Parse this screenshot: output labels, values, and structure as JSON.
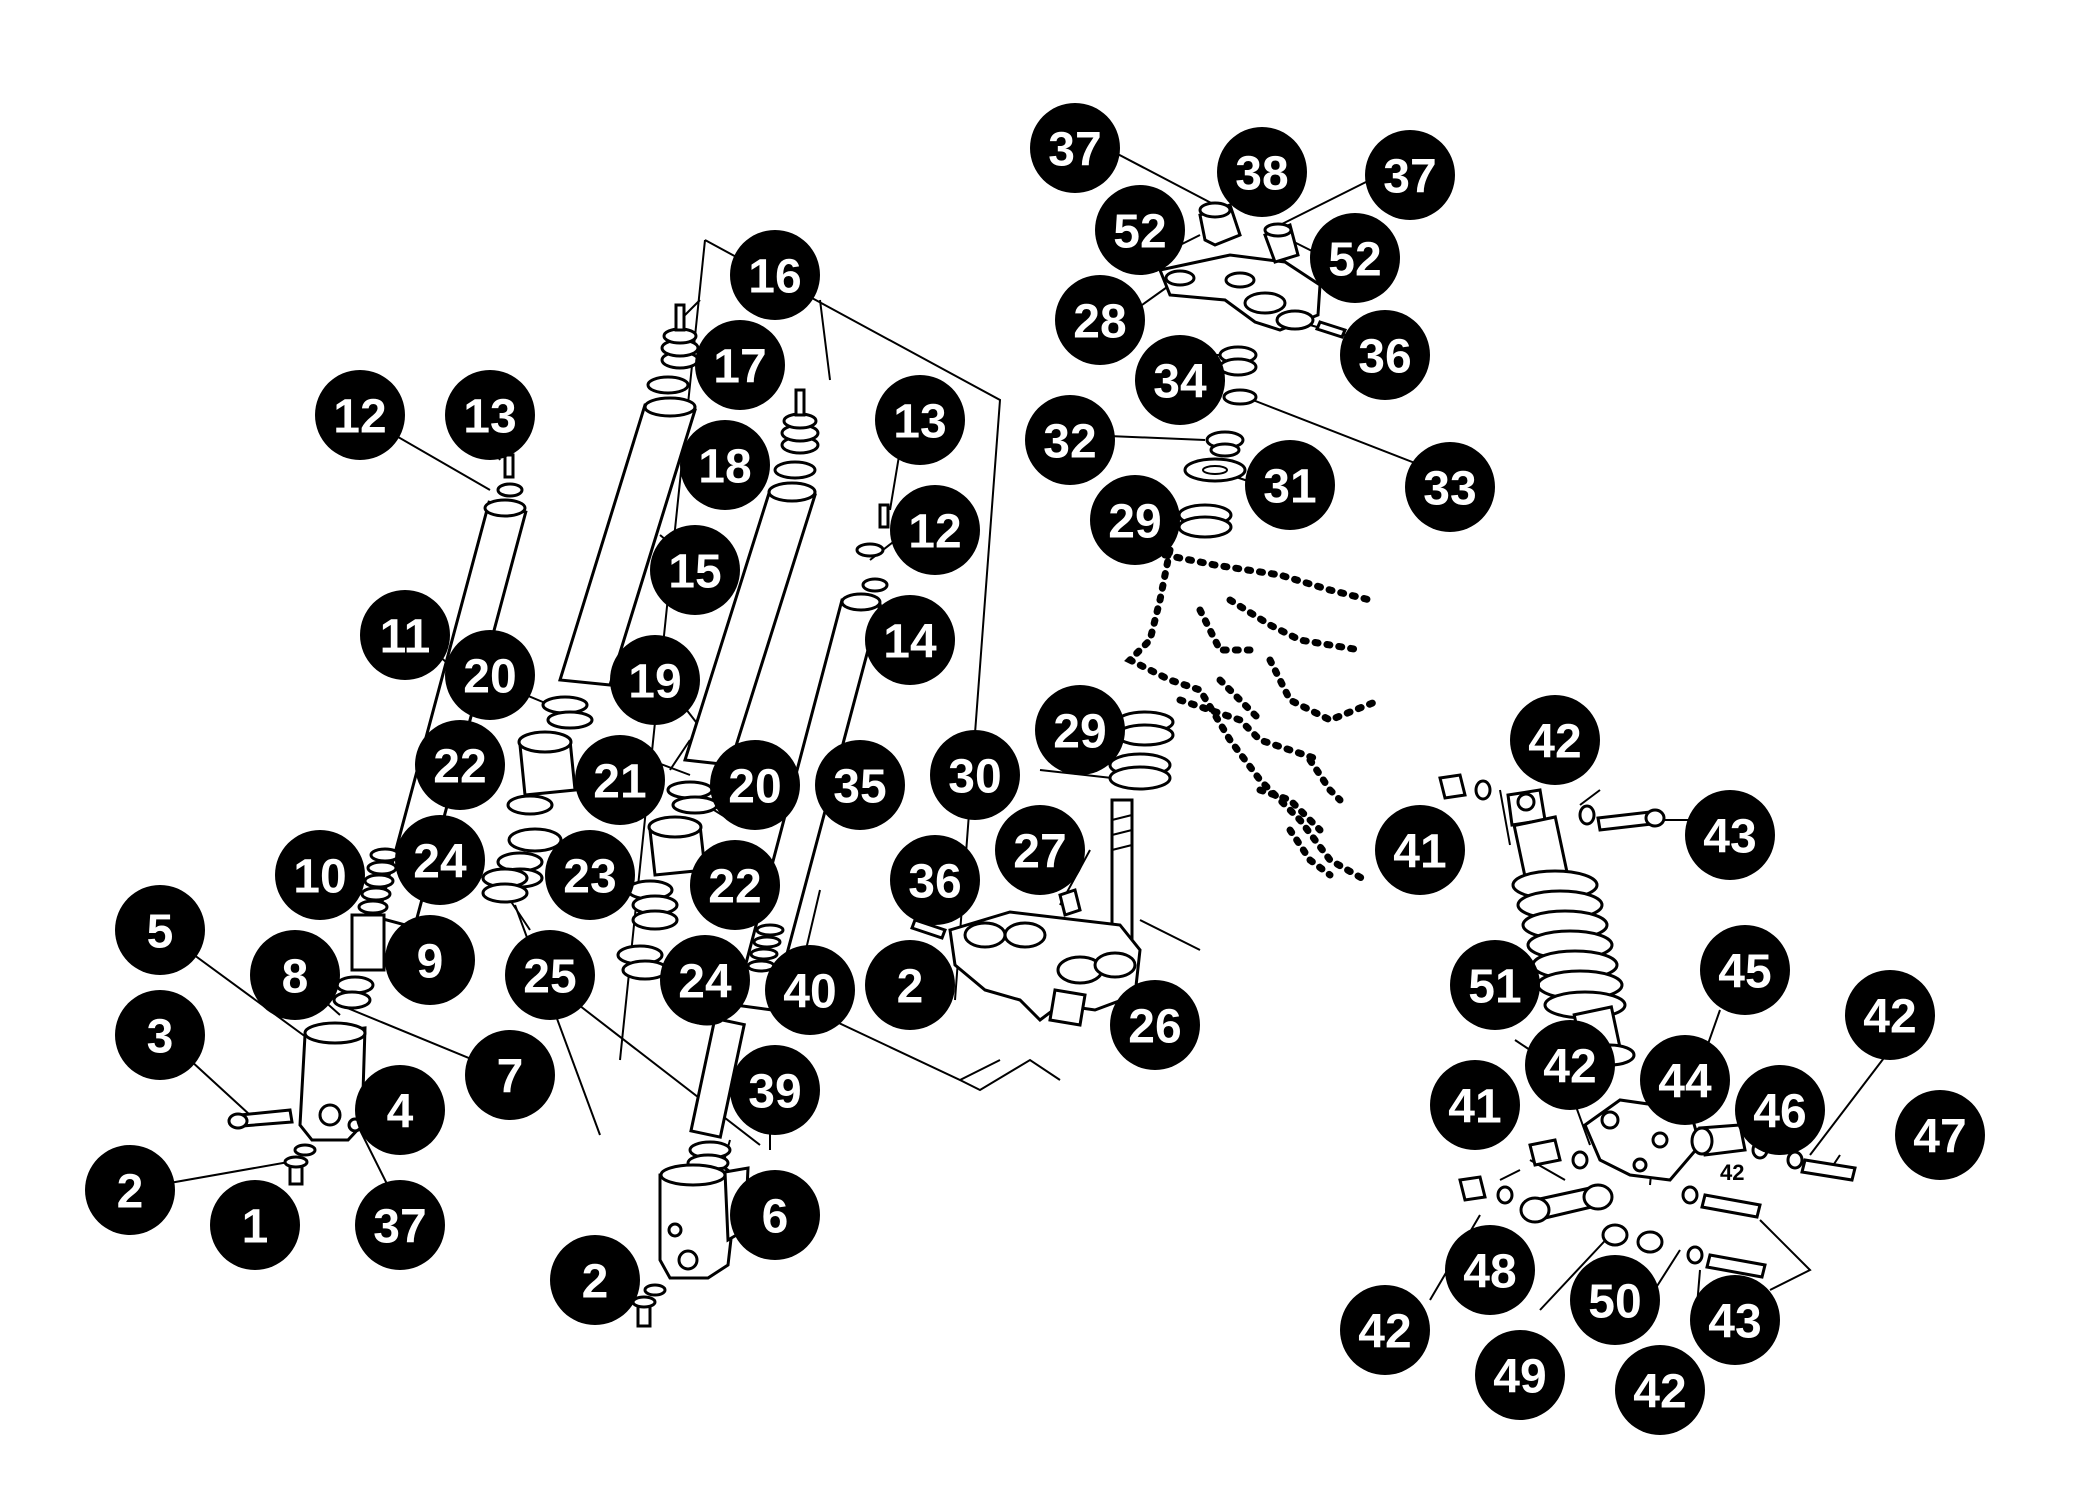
{
  "diagram": {
    "callouts": [
      {
        "id": "c1",
        "label": "1"
      },
      {
        "id": "c2a",
        "label": "2"
      },
      {
        "id": "c3",
        "label": "3"
      },
      {
        "id": "c4",
        "label": "4"
      },
      {
        "id": "c5",
        "label": "5"
      },
      {
        "id": "c37a",
        "label": "37"
      },
      {
        "id": "c8",
        "label": "8"
      },
      {
        "id": "c9",
        "label": "9"
      },
      {
        "id": "c10",
        "label": "10"
      },
      {
        "id": "c7",
        "label": "7"
      },
      {
        "id": "c11",
        "label": "11"
      },
      {
        "id": "c12a",
        "label": "12"
      },
      {
        "id": "c13a",
        "label": "13"
      },
      {
        "id": "c20a",
        "label": "20"
      },
      {
        "id": "c22a",
        "label": "22"
      },
      {
        "id": "c24a",
        "label": "24"
      },
      {
        "id": "c23",
        "label": "23"
      },
      {
        "id": "c25",
        "label": "25"
      },
      {
        "id": "c19",
        "label": "19"
      },
      {
        "id": "c21",
        "label": "21"
      },
      {
        "id": "c15",
        "label": "15"
      },
      {
        "id": "c16",
        "label": "16"
      },
      {
        "id": "c17",
        "label": "17"
      },
      {
        "id": "c18",
        "label": "18"
      },
      {
        "id": "c20b",
        "label": "20"
      },
      {
        "id": "c22b",
        "label": "22"
      },
      {
        "id": "c24b",
        "label": "24"
      },
      {
        "id": "c35",
        "label": "35"
      },
      {
        "id": "c13b",
        "label": "13"
      },
      {
        "id": "c12b",
        "label": "12"
      },
      {
        "id": "c14",
        "label": "14"
      },
      {
        "id": "c40",
        "label": "40"
      },
      {
        "id": "c39",
        "label": "39"
      },
      {
        "id": "c6",
        "label": "6"
      },
      {
        "id": "c2b",
        "label": "2"
      },
      {
        "id": "c36a",
        "label": "36"
      },
      {
        "id": "c2c",
        "label": "2"
      },
      {
        "id": "c27",
        "label": "27"
      },
      {
        "id": "c26",
        "label": "26"
      },
      {
        "id": "c30",
        "label": "30"
      },
      {
        "id": "c29a",
        "label": "29"
      },
      {
        "id": "c37b",
        "label": "37"
      },
      {
        "id": "c38",
        "label": "38"
      },
      {
        "id": "c37c",
        "label": "37"
      },
      {
        "id": "c52a",
        "label": "52"
      },
      {
        "id": "c52b",
        "label": "52"
      },
      {
        "id": "c28",
        "label": "28"
      },
      {
        "id": "c36b",
        "label": "36"
      },
      {
        "id": "c34",
        "label": "34"
      },
      {
        "id": "c32",
        "label": "32"
      },
      {
        "id": "c33",
        "label": "33"
      },
      {
        "id": "c31",
        "label": "31"
      },
      {
        "id": "c29b",
        "label": "29"
      },
      {
        "id": "c42a",
        "label": "42"
      },
      {
        "id": "c41a",
        "label": "41"
      },
      {
        "id": "c43a",
        "label": "43"
      },
      {
        "id": "c51",
        "label": "51"
      },
      {
        "id": "c45",
        "label": "45"
      },
      {
        "id": "c42b",
        "label": "42"
      },
      {
        "id": "c42c",
        "label": "42"
      },
      {
        "id": "c44",
        "label": "44"
      },
      {
        "id": "c41b",
        "label": "41"
      },
      {
        "id": "c46",
        "label": "46"
      },
      {
        "id": "c47",
        "label": "47"
      },
      {
        "id": "c48",
        "label": "48"
      },
      {
        "id": "c50",
        "label": "50"
      },
      {
        "id": "c43b",
        "label": "43"
      },
      {
        "id": "c42d",
        "label": "42"
      },
      {
        "id": "c49",
        "label": "49"
      },
      {
        "id": "c42e",
        "label": "42"
      }
    ],
    "inline_label": "42"
  }
}
